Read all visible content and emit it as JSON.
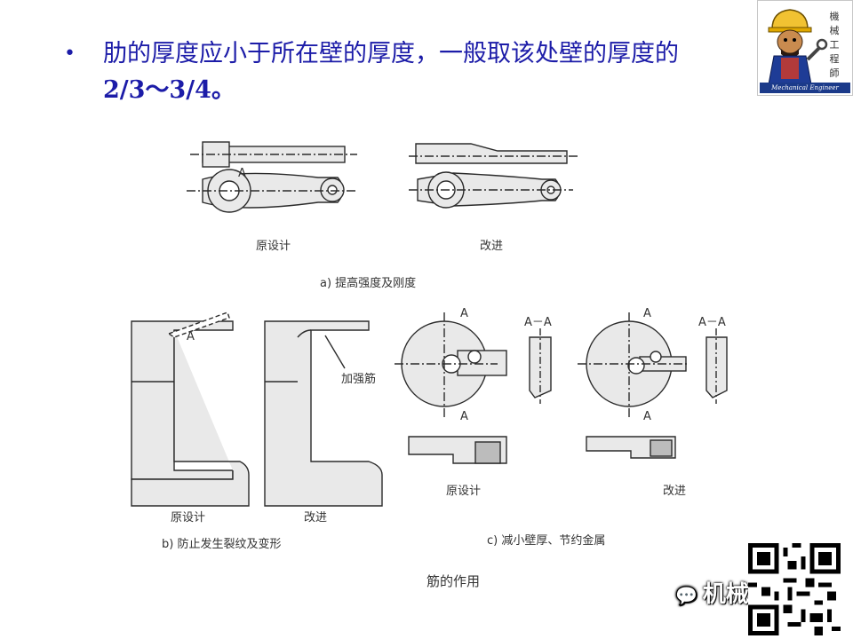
{
  "slide": {
    "bullet": "•",
    "line1": "肋的厚度应小于所在壁的厚度，一般取该处壁的厚度的",
    "line2": "2/3～3/4。"
  },
  "logo": {
    "vertical_text": "機械工程師",
    "subtitle": "Mechanical Engineer",
    "icon": "engineer-cartoon-icon"
  },
  "figure": {
    "panel_a": {
      "left_label": "原设计",
      "right_label": "改进",
      "caption": "a) 提高强度及刚度",
      "section_mark": "A"
    },
    "panel_b": {
      "left_label": "原设计",
      "right_label": "改进",
      "rib_label": "加强筋",
      "caption": "b) 防止发生裂纹及变形",
      "section_mark": "A"
    },
    "panel_c": {
      "left_label": "原设计",
      "right_label": "改进",
      "caption": "c) 减小壁厚、节约金属",
      "section_a": "A",
      "section_view": "A－A"
    },
    "main_caption": "筋的作用"
  },
  "watermark": {
    "text": "机械工程师",
    "icon": "chat-bubble-icon",
    "qr": "qr-code-icon"
  }
}
